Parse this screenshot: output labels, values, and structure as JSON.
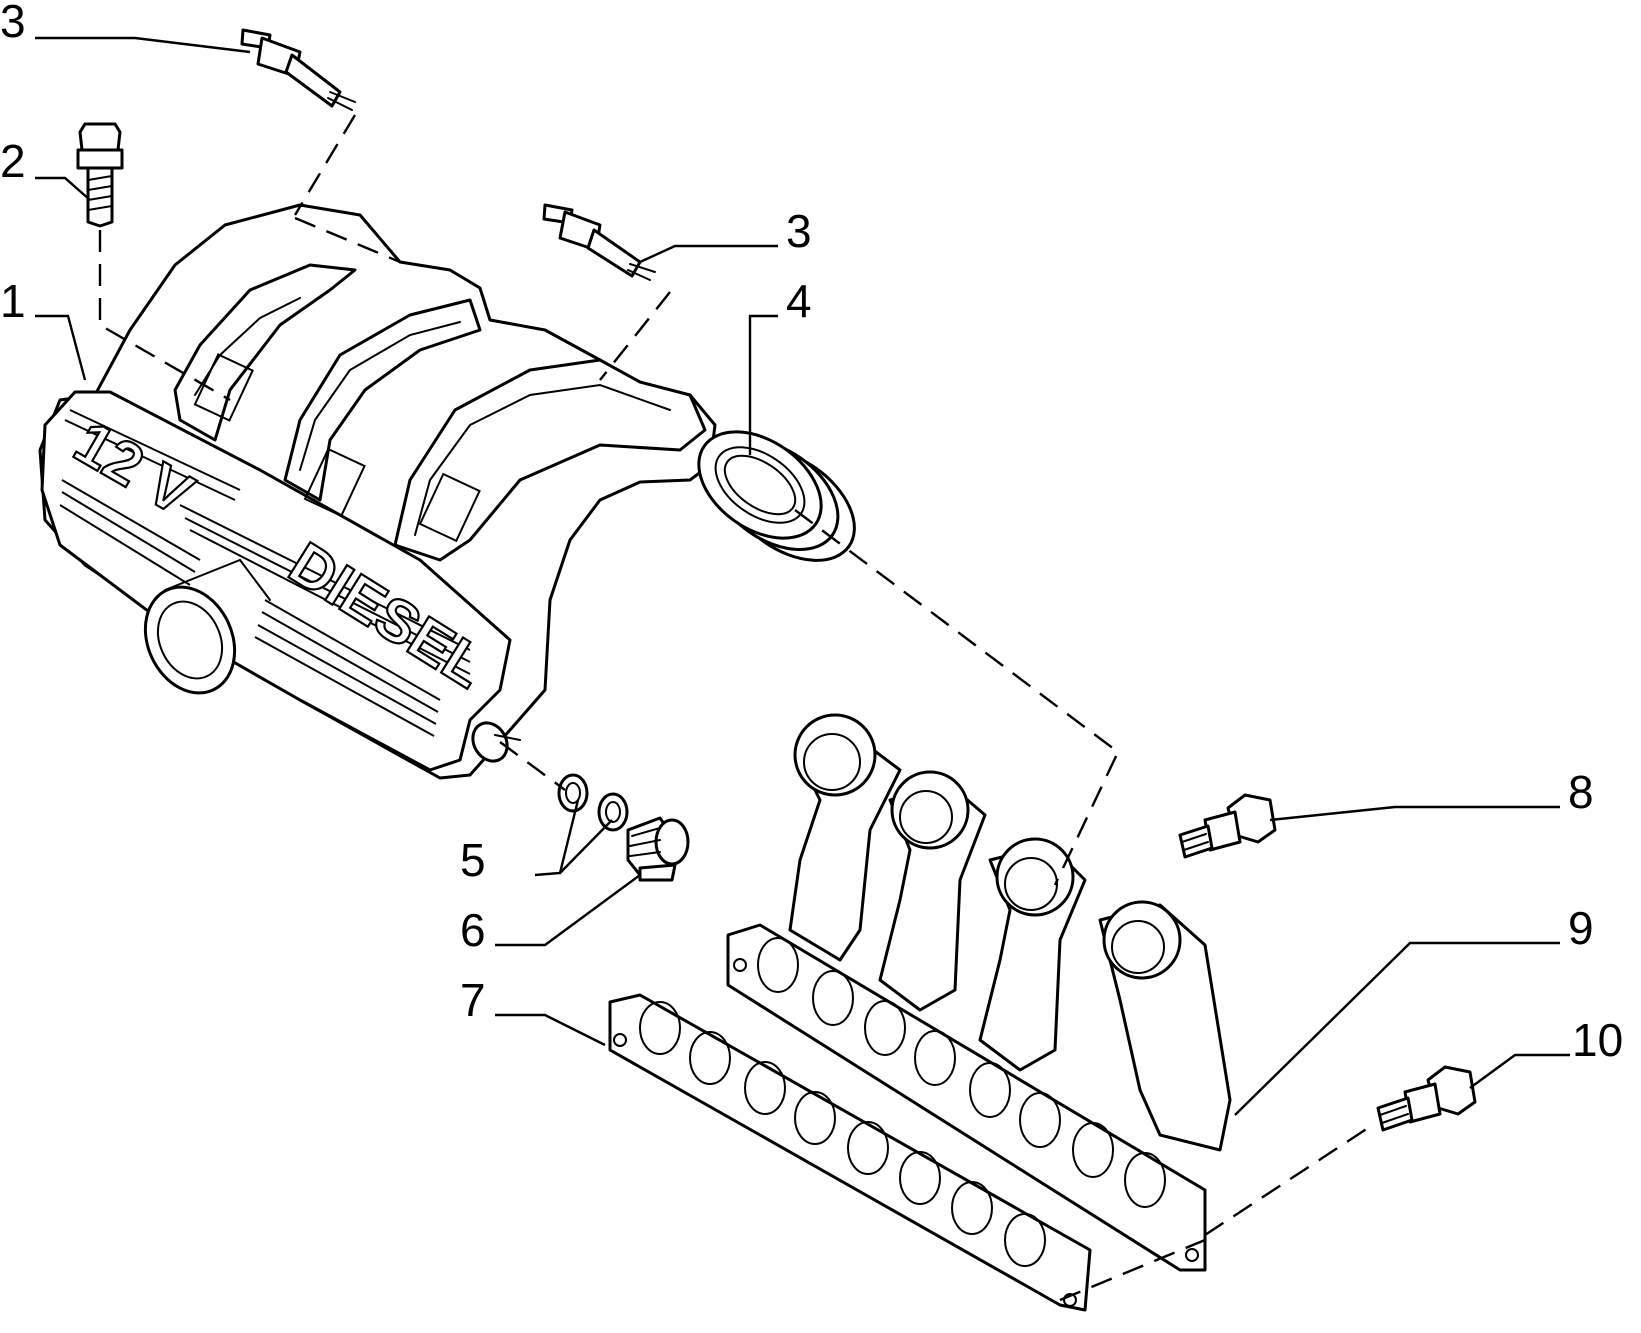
{
  "callouts": [
    {
      "id": "c-3-top",
      "label": "3"
    },
    {
      "id": "c-2",
      "label": "2"
    },
    {
      "id": "c-1",
      "label": "1"
    },
    {
      "id": "c-3-mid",
      "label": "3"
    },
    {
      "id": "c-4",
      "label": "4"
    },
    {
      "id": "c-5",
      "label": "5"
    },
    {
      "id": "c-6",
      "label": "6"
    },
    {
      "id": "c-7",
      "label": "7"
    },
    {
      "id": "c-8",
      "label": "8"
    },
    {
      "id": "c-9",
      "label": "9"
    },
    {
      "id": "c-10",
      "label": "10"
    }
  ],
  "embossed_text": {
    "version": "12 V",
    "fuel": "DIESEL"
  }
}
